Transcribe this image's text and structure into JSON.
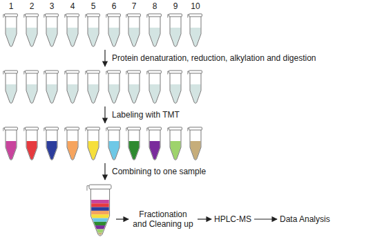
{
  "diagram": {
    "nodes": [
      {
        "text": [
          "Fractionation and Cleaning up"
        ]
      },
      {
        "text": [
          "HPLC-MS"
        ]
      },
      {
        "text": [
          "Data Analysis"
        ]
      }
    ],
    "edges": [
      {
        "from": 0,
        "to": 1,
        "arrow": "to"
      },
      {
        "from": 1,
        "to": 2,
        "arrow": "to"
      }
    ],
    "labels": [
      "1",
      "2",
      "3",
      "4",
      "5",
      "6",
      "7",
      "8",
      "9",
      "10",
      "Protein denaturation, reduction, alkylation and digestion",
      "Labeling with TMT",
      "Combining to one sample"
    ]
  }
}
